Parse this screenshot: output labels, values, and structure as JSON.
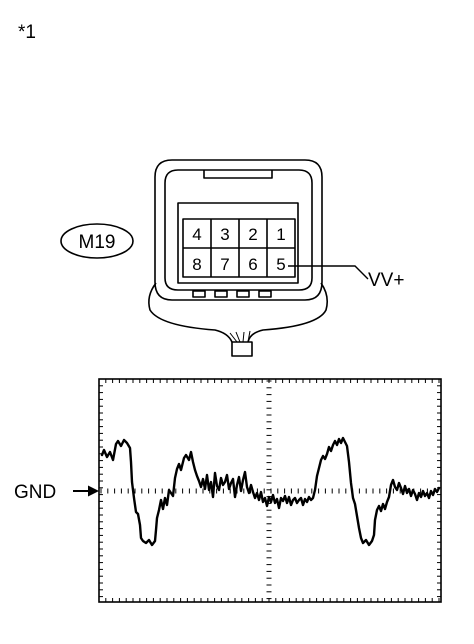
{
  "figure_marker": "*1",
  "connector": {
    "id": "M19",
    "pins_top": [
      "4",
      "3",
      "2",
      "1"
    ],
    "pins_bottom": [
      "8",
      "7",
      "6",
      "5"
    ],
    "signal_label": "VV+"
  },
  "scope": {
    "ground_label": "GND"
  }
}
